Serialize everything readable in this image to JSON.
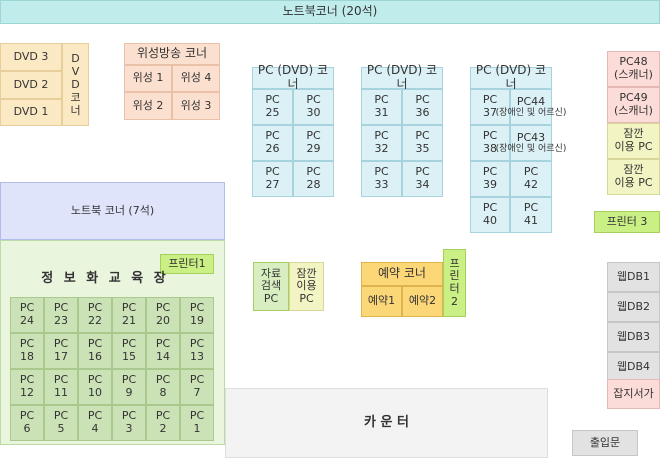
{
  "top_banner": "노트북코너 (20석)",
  "dvd": {
    "seats": [
      "DVD 3",
      "DVD 2",
      "DVD 1"
    ],
    "corner": "D\nV\nD\n코\n너"
  },
  "satellite": {
    "title": "위성방송 코너",
    "seats": [
      "위성 1",
      "위성 4",
      "위성 2",
      "위성 3"
    ]
  },
  "pc_corner_title": "PC (DVD) 코너",
  "pc_group1": [
    "PC\n25",
    "PC\n30",
    "PC\n26",
    "PC\n29",
    "PC\n27",
    "PC\n28"
  ],
  "pc_group2": [
    "PC\n31",
    "PC\n36",
    "PC\n32",
    "PC\n35",
    "PC\n33",
    "PC\n34"
  ],
  "pc_group3": {
    "left": [
      "PC\n37",
      "PC\n38",
      "PC\n39",
      "PC\n40"
    ],
    "right": [
      "PC44",
      "(장애인 및 어르신)",
      "PC43",
      "(장애인 및 어르신)",
      "PC\n42",
      "PC\n41"
    ]
  },
  "right_column": {
    "pc48": "PC48\n(스캐너)",
    "pc49": "PC49\n(스캐너)",
    "short1": "잠깐\n이용 PC",
    "short2": "잠깐\n이용 PC",
    "printer3": "프린터 3",
    "webdb": [
      "웹DB1",
      "웹DB2",
      "웹DB3",
      "웹DB4"
    ],
    "magazine": "잡지서가"
  },
  "notebook7": "노트북 코너 (7석)",
  "edu": {
    "printer1": "프린터1",
    "title": "정 보 화 교 육 장",
    "rows": [
      [
        "PC\n24",
        "PC\n23",
        "PC\n22",
        "PC\n21",
        "PC\n20",
        "PC\n19"
      ],
      [
        "PC\n18",
        "PC\n17",
        "PC\n16",
        "PC\n15",
        "PC\n14",
        "PC\n13"
      ],
      [
        "PC\n12",
        "PC\n11",
        "PC\n10",
        "PC\n9",
        "PC\n8",
        "PC\n7"
      ],
      [
        "PC\n6",
        "PC\n5",
        "PC\n4",
        "PC\n3",
        "PC\n2",
        "PC\n1"
      ]
    ]
  },
  "search_pc": "자료\n검색\nPC",
  "short_use_pc": "잠깐\n이용\nPC",
  "reservation": {
    "title": "예약 코너",
    "seats": [
      "예약1",
      "예약2"
    ],
    "printer2": "프\n린\n터\n2"
  },
  "counter": "카 운 터",
  "entrance": "출입문"
}
